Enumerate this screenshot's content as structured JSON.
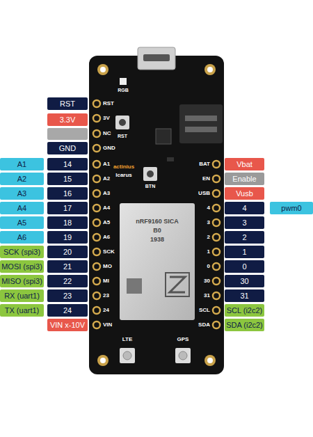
{
  "diagram": {
    "nodes": [
      {
        "text": [
          "RST"
        ]
      },
      {
        "text": [
          "3.3V"
        ]
      },
      {
        "text": [
          "GND"
        ]
      },
      {
        "text": [
          "A1"
        ]
      },
      {
        "text": [
          "14"
        ]
      },
      {
        "text": [
          "Vbat"
        ]
      },
      {
        "text": [
          "A2"
        ]
      },
      {
        "text": [
          "15"
        ]
      },
      {
        "text": [
          "Enable"
        ]
      },
      {
        "text": [
          "A3"
        ]
      },
      {
        "text": [
          "16"
        ]
      },
      {
        "text": [
          "Vusb"
        ]
      },
      {
        "text": [
          "A4"
        ]
      },
      {
        "text": [
          "17"
        ]
      },
      {
        "text": [
          "4"
        ]
      },
      {
        "text": [
          "pwm0"
        ]
      },
      {
        "text": [
          "A5"
        ]
      },
      {
        "text": [
          "18"
        ]
      },
      {
        "text": [
          "3"
        ]
      },
      {
        "text": [
          "A6"
        ]
      },
      {
        "text": [
          "19"
        ]
      },
      {
        "text": [
          "2"
        ]
      },
      {
        "text": [
          "SCK (spi3)"
        ]
      },
      {
        "text": [
          "20"
        ]
      },
      {
        "text": [
          "1"
        ]
      },
      {
        "text": [
          "MOSI (spi3)"
        ]
      },
      {
        "text": [
          "21"
        ]
      },
      {
        "text": [
          "0"
        ]
      },
      {
        "text": [
          "MISO (spi3)"
        ]
      },
      {
        "text": [
          "22"
        ]
      },
      {
        "text": [
          "30"
        ]
      },
      {
        "text": [
          "RX (uart1)"
        ]
      },
      {
        "text": [
          "23"
        ]
      },
      {
        "text": [
          "31"
        ]
      },
      {
        "text": [
          "TX (uart1)"
        ]
      },
      {
        "text": [
          "24"
        ]
      },
      {
        "text": [
          "SCL (i2c2)"
        ]
      },
      {
        "text": [
          "VIN x-10V"
        ]
      },
      {
        "text": [
          "SDA (i2c2)"
        ]
      }
    ],
    "labels": [
      "RST",
      "3V",
      "NC",
      "GND",
      "A1",
      "A2",
      "A3",
      "A4",
      "A5",
      "A6",
      "SCK",
      "MO",
      "MI",
      "23",
      "24",
      "VIN",
      "BAT",
      "EN",
      "USB",
      "4",
      "3",
      "2",
      "1",
      "0",
      "30",
      "31",
      "SCL",
      "SDA",
      "RST",
      "BTN",
      "RGB",
      "actinius",
      "Icarus",
      "nRF9160 SICA",
      "B0",
      "1938",
      "LTE",
      "GPS"
    ]
  }
}
